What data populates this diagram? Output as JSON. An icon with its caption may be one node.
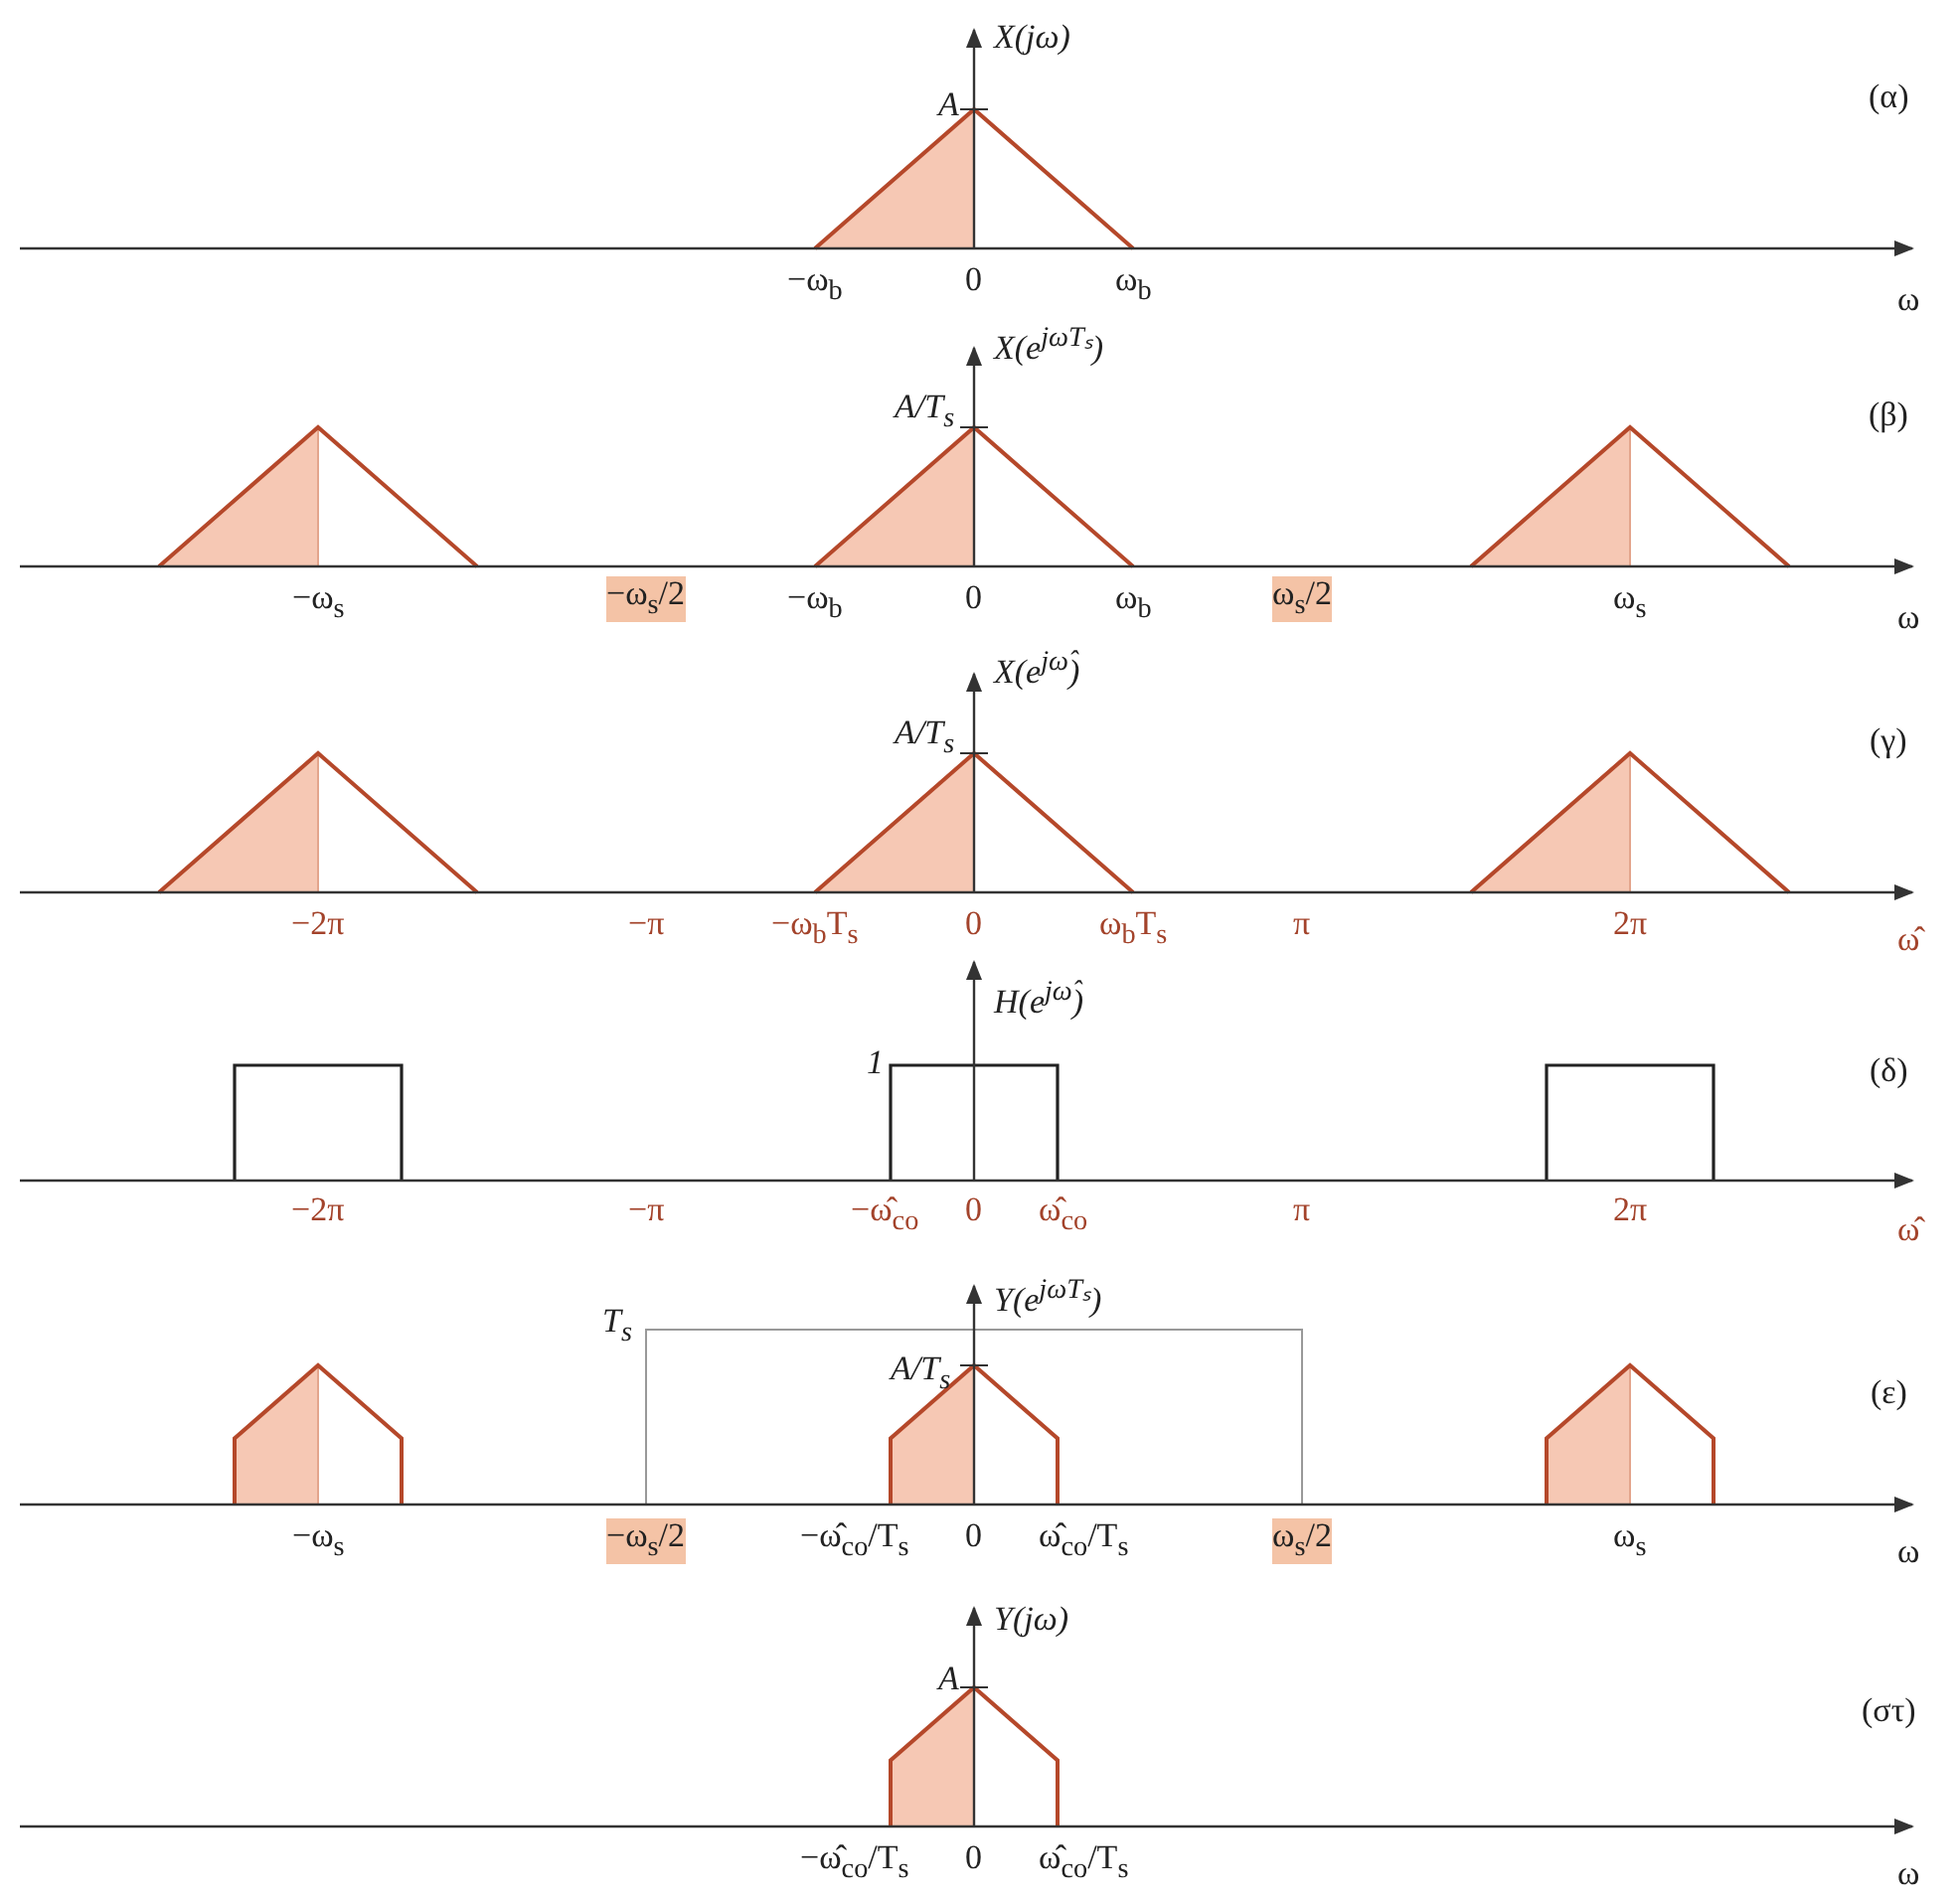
{
  "diagram": {
    "labels": [
      "X(jω)",
      "A",
      "(α)",
      "−ω$_{b}$",
      "0",
      "ω$_{b}$",
      "ω",
      "X(e$^{jωTₛ}$)",
      "A/T$_{s}$",
      "(β)",
      "−ω$_{s}$",
      "−ω$_{s}$/2",
      "−ω$_{b}$",
      "0",
      "ω$_{b}$",
      "ω$_{s}$/2",
      "ω$_{s}$",
      "ω",
      "X(e$^{jω̂}$)",
      "A/T$_{s}$",
      "(γ)",
      "−2π",
      "−π",
      "−ω$_{b}$T$_{s}$",
      "0",
      "ω$_{b}$T$_{s}$",
      "π",
      "2π",
      "ω̂",
      "H(e$^{jω̂}$)",
      "1",
      "(δ)",
      "−2π",
      "−π",
      "−ω̂$_{co}$",
      "0",
      "ω̂$_{co}$",
      "π",
      "2π",
      "ω̂",
      "Y(e$^{jωTₛ}$)",
      "T$_{s}$",
      "A/T$_{s}$",
      "(ε)",
      "−ω$_{s}$",
      "−ω$_{s}$/2",
      "−ω̂$_{co}$/T$_{s}$",
      "0",
      "ω̂$_{co}$/T$_{s}$",
      "ω$_{s}$/2",
      "ω$_{s}$",
      "ω",
      "Y(jω)",
      "A",
      "(στ)",
      "−ω̂$_{co}$/T$_{s}$",
      "0",
      "ω̂$_{co}$/T$_{s}$",
      "ω"
    ]
  }
}
